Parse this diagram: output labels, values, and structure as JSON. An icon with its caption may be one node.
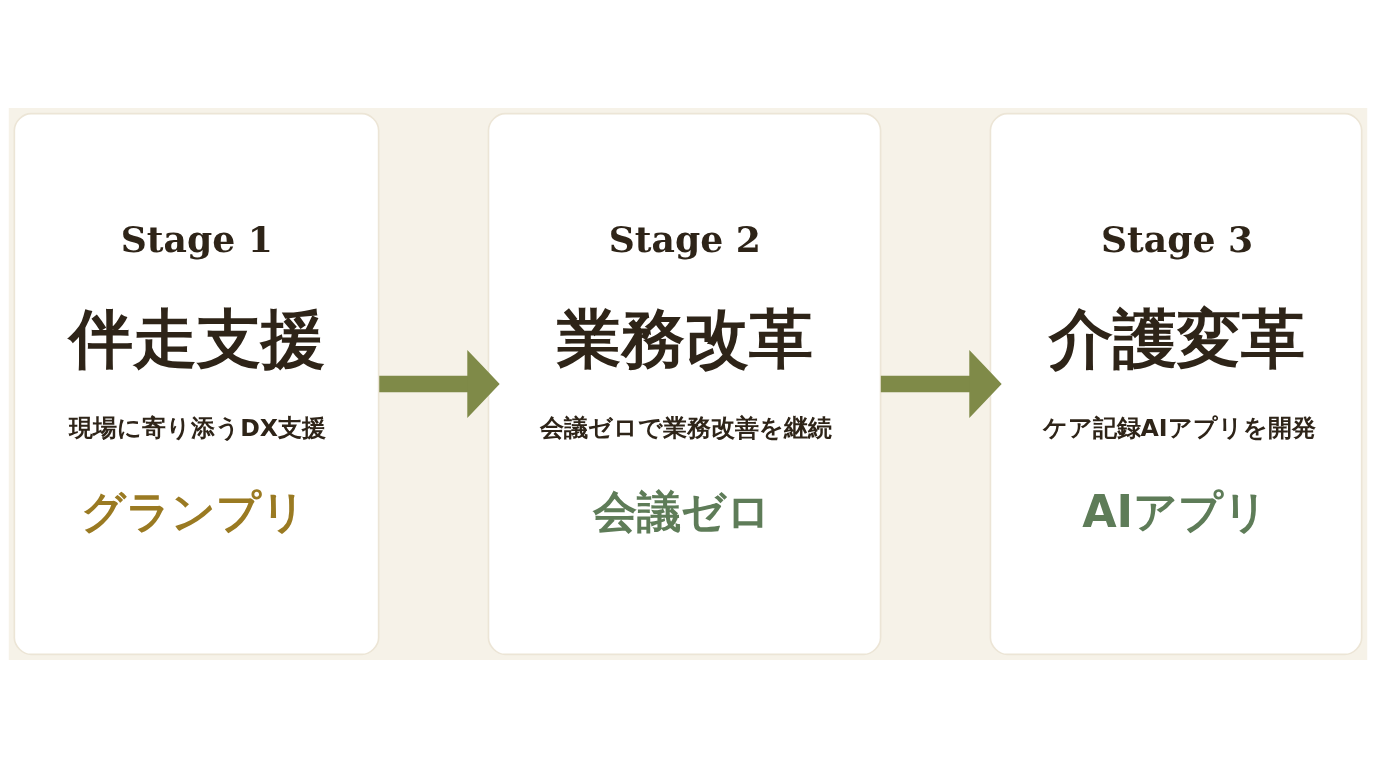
{
  "diagram": {
    "nodes": [
      {
        "text": [
          "Stage 1",
          "伴走支援",
          "現場に寄り添うDX支援",
          "グランプリ"
        ]
      },
      {
        "text": [
          "Stage 2",
          "業務改革",
          "会議ゼロで業務改善を継続",
          "会議ゼロ"
        ]
      },
      {
        "text": [
          "Stage 3",
          "介護変革",
          "ケア記録AIアプリを開発",
          "AIアプリ"
        ]
      }
    ],
    "edges": [
      {
        "from": 0,
        "to": 1,
        "arrow": "to"
      },
      {
        "from": 1,
        "to": 2,
        "arrow": "to"
      }
    ]
  }
}
